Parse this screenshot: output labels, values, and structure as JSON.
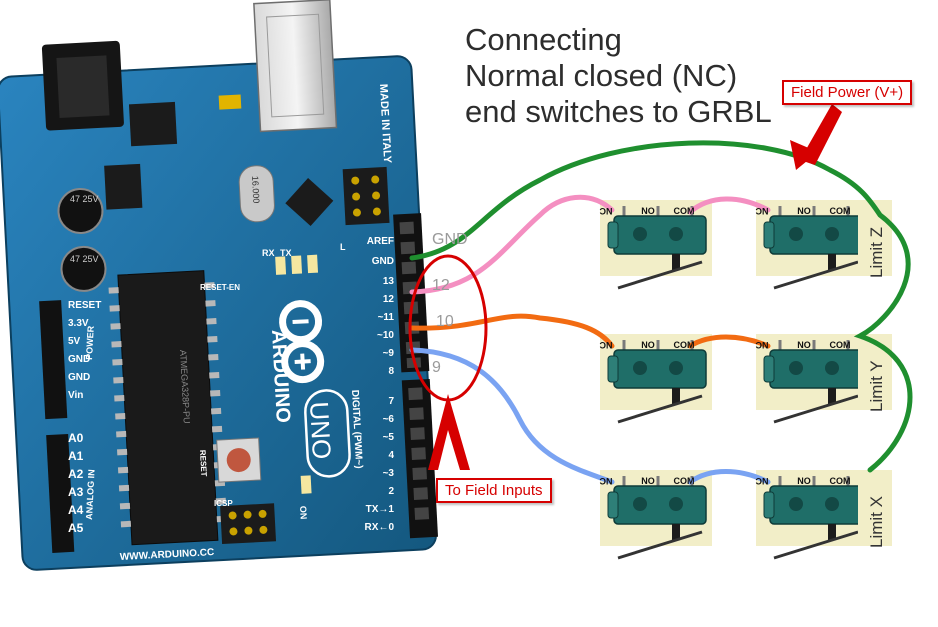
{
  "title": {
    "line1": "Connecting",
    "line2": "Normal closed (NC)",
    "line3": "end switches to GRBL"
  },
  "callouts": {
    "field_power": "Field Power (V+)",
    "field_inputs": "To Field Inputs"
  },
  "pin_labels": {
    "gnd": "GND",
    "p12": "12",
    "p10": "10",
    "p9": "9"
  },
  "switch_terms": {
    "nc": "NC",
    "no": "NO",
    "com": "COM"
  },
  "limits": {
    "z": "Limit Z",
    "y": "Limit Y",
    "x": "Limit X"
  },
  "board": {
    "brand": "ARDUINO",
    "model": "UNO",
    "website": "WWW.ARDUINO.CC",
    "made_in": "MADE IN ITALY",
    "chip": "ATMEGA328P-PU",
    "crystal": "16.000",
    "cap_label": "47 25V",
    "reset_label": "RESET",
    "reset_en_label": "RESET-EN",
    "icsp_label": "ICSP",
    "on_label": "ON",
    "tx_label": "TX",
    "rx_label": "RX",
    "l_label": "L",
    "digital_label": "DIGITAL (PWM~)",
    "power_label": "POWER",
    "analog_label": "ANALOG IN",
    "top_header": [
      "AREF",
      "GND",
      "13",
      "12",
      "~11",
      "~10",
      "~9",
      "8"
    ],
    "bottom_header": [
      "7",
      "~6",
      "~5",
      "4",
      "~3",
      "2",
      "TX→1",
      "RX←0"
    ],
    "power_header": [
      "RESET",
      "3.3V",
      "5V",
      "GND",
      "GND",
      "Vin"
    ],
    "analog_header": [
      "A0",
      "A1",
      "A2",
      "A3",
      "A4",
      "A5"
    ]
  },
  "colors": {
    "board": "#1d6ea6",
    "wire_green": "#1f8f2f",
    "wire_pink": "#f48fc1",
    "wire_orange": "#f26b12",
    "wire_blue": "#7aa3f2",
    "callout_red": "#d60000",
    "switch_bg": "#f2eec8",
    "switch_body": "#1f6e68"
  }
}
